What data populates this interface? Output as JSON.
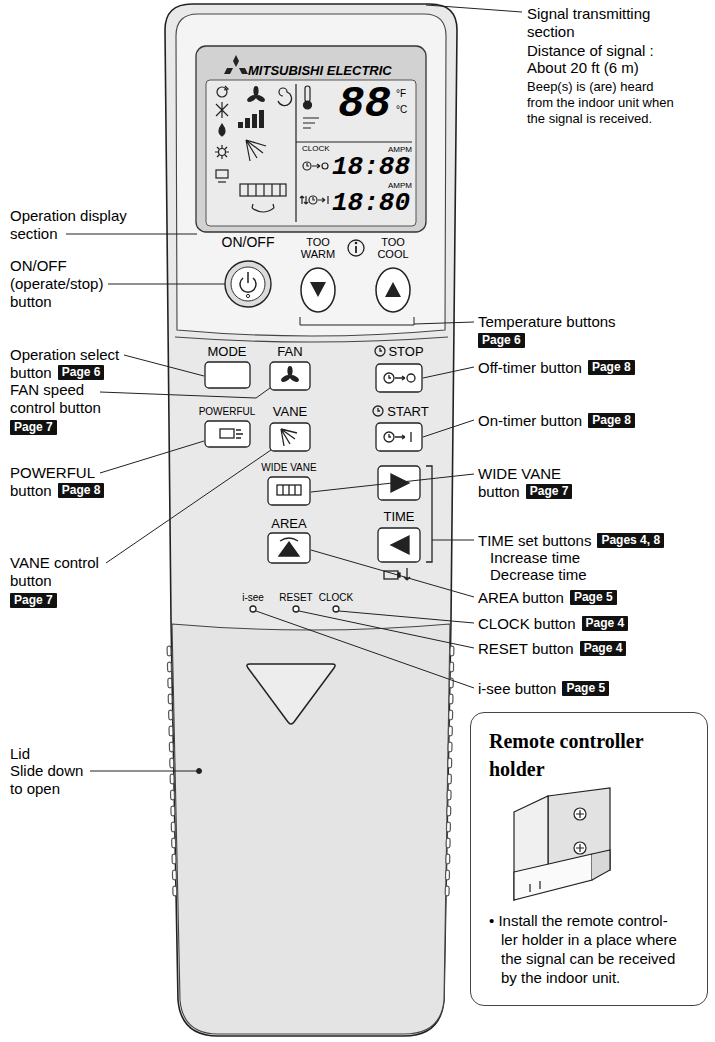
{
  "diagram": {
    "nodes": [
      {
        "text": [
          "Page 6"
        ]
      },
      {
        "text": [
          "Page 7"
        ]
      },
      {
        "text": [
          "Page 8"
        ]
      },
      {
        "text": [
          "Page 7"
        ]
      },
      {
        "text": [
          "Page 6"
        ]
      },
      {
        "text": [
          "Page 8"
        ]
      },
      {
        "text": [
          "Page 8"
        ]
      },
      {
        "text": [
          "Page 7"
        ]
      },
      {
        "text": [
          "Pages 4, 8"
        ]
      },
      {
        "text": [
          "Page 5"
        ]
      },
      {
        "text": [
          "Page 4"
        ]
      },
      {
        "text": [
          "Page 4"
        ]
      },
      {
        "text": [
          "Page 5"
        ]
      },
      {
        "text": [
          "Remote controller holder",
          "• Install the remote control- ler holder in a place where the signal can be received by the indoor unit."
        ]
      }
    ],
    "labels": [
      "Signal transmitting section",
      "Distance of signal :",
      "About 20 ft (6 m)",
      "Beep(s) is (are) heard from the indoor unit when the signal is received.",
      "Operation display section",
      "ON/OFF (operate/stop) button",
      "Operation select button",
      "FAN speed control button",
      "POWERFUL button",
      "VANE control button",
      "Lid",
      "Slide down to open",
      "Temperature buttons",
      "Off-timer button",
      "On-timer button",
      "WIDE VANE button",
      "TIME set buttons",
      "Increase time",
      "Decrease time",
      "AREA button",
      "CLOCK button",
      "RESET button",
      "i-see button",
      "MITSUBISHI ELECTRIC",
      "88",
      "°F",
      "°C",
      "CLOCK",
      "AMPM",
      "18:88",
      "AMPM",
      "18:80",
      "ON/OFF",
      "TOO WARM",
      "TOO COOL",
      "MODE",
      "FAN",
      "STOP",
      "POWERFUL",
      "VANE",
      "START",
      "WIDE VANE",
      "TIME",
      "AREA",
      "i-see",
      "RESET",
      "CLOCK"
    ]
  }
}
